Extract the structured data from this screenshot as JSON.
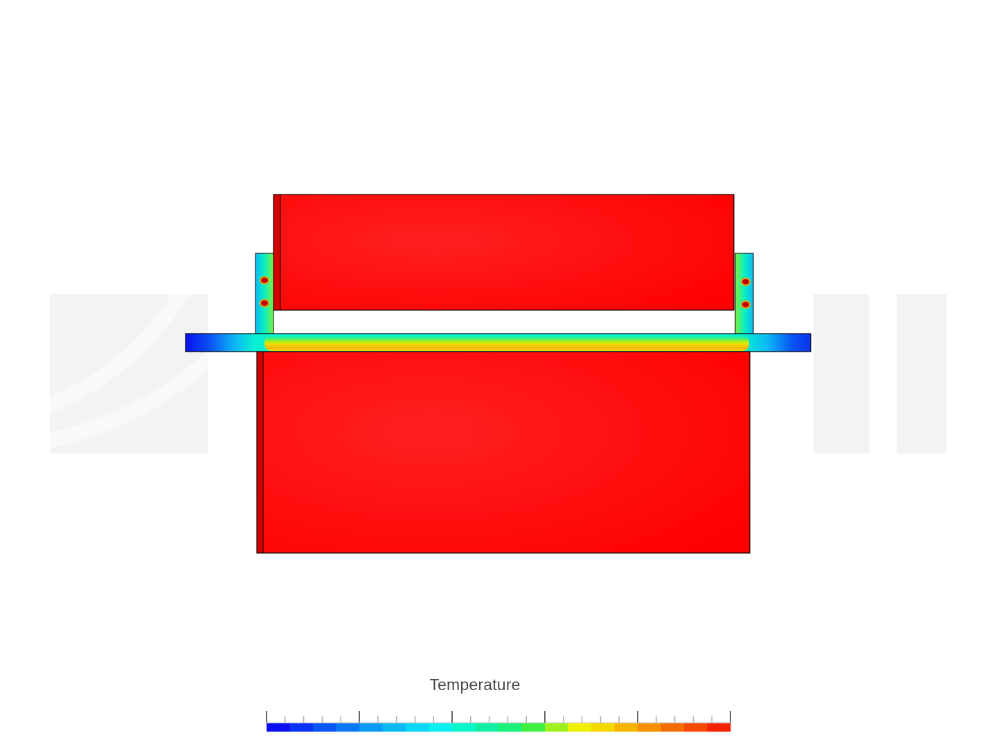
{
  "legend": {
    "title": "Temperature",
    "colors": [
      "#0a10f0",
      "#0a32f5",
      "#0a55f5",
      "#0a78f5",
      "#0a99f5",
      "#0abaf5",
      "#0ad6f5",
      "#0af0f0",
      "#0af5c8",
      "#10f0a0",
      "#18f078",
      "#40f040",
      "#a0f020",
      "#f0f000",
      "#f5d800",
      "#f5b400",
      "#f59000",
      "#f56c00",
      "#f54800",
      "#f52400"
    ],
    "major_ticks": 6,
    "minor_per_major": 4
  },
  "model": {
    "hot_color": "#ff1010",
    "outline_color": "#000000"
  }
}
